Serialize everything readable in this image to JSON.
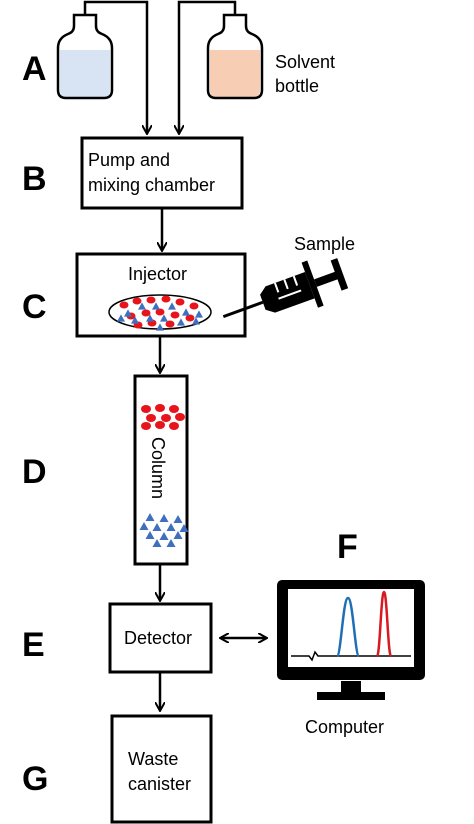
{
  "steps": {
    "a": "A",
    "b": "B",
    "c": "C",
    "d": "D",
    "e": "E",
    "f": "F",
    "g": "G"
  },
  "bottles": {
    "label_line1": "Solvent",
    "label_line2": "bottle",
    "left_fill_color": "#d8e3f4",
    "right_fill_color": "#f7cdb4"
  },
  "pump": {
    "label_line1": "Pump and",
    "label_line2": "mixing chamber"
  },
  "injector": {
    "label": "Injector",
    "sample_label": "Sample"
  },
  "column": {
    "label": "Column"
  },
  "detector": {
    "label": "Detector"
  },
  "computer": {
    "label": "Computer",
    "peak_colors": [
      "#1f6fb5",
      "#d8191f"
    ]
  },
  "waste": {
    "label_line1": "Waste",
    "label_line2": "canister"
  },
  "colors": {
    "particle_red": "#e8141b",
    "particle_blue": "#3f6fbf"
  }
}
